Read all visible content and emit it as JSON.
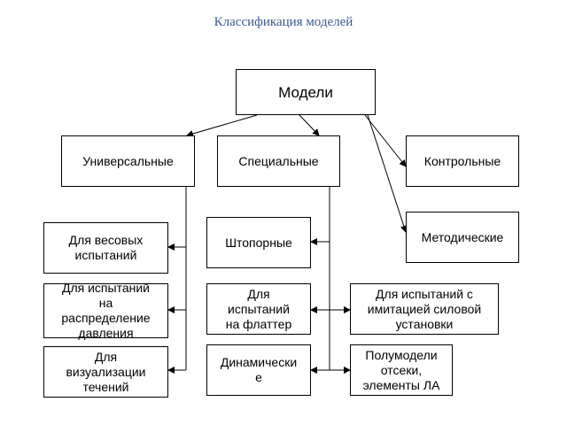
{
  "title": "Классификация моделей",
  "nodes": {
    "root": "Модели",
    "universal": "Универсальные",
    "special": "Специальные",
    "control": "Контрольные",
    "methodical": "Методические",
    "weight": "Для весовых\nиспытаний",
    "pressure": "Для испытаний\nна\nраспределение\nдавления",
    "visualization": "Для\nвизуализации\nтечений",
    "spin": "Штопорные",
    "flutter": "Для\nиспытаний\nна флаттер",
    "dynamic": "Динамически\nе",
    "force": "Для испытаний с\nимитацией силовой\nустановки",
    "semimodels": "Полумодели\nотсеки,\nэлементы ЛА"
  }
}
